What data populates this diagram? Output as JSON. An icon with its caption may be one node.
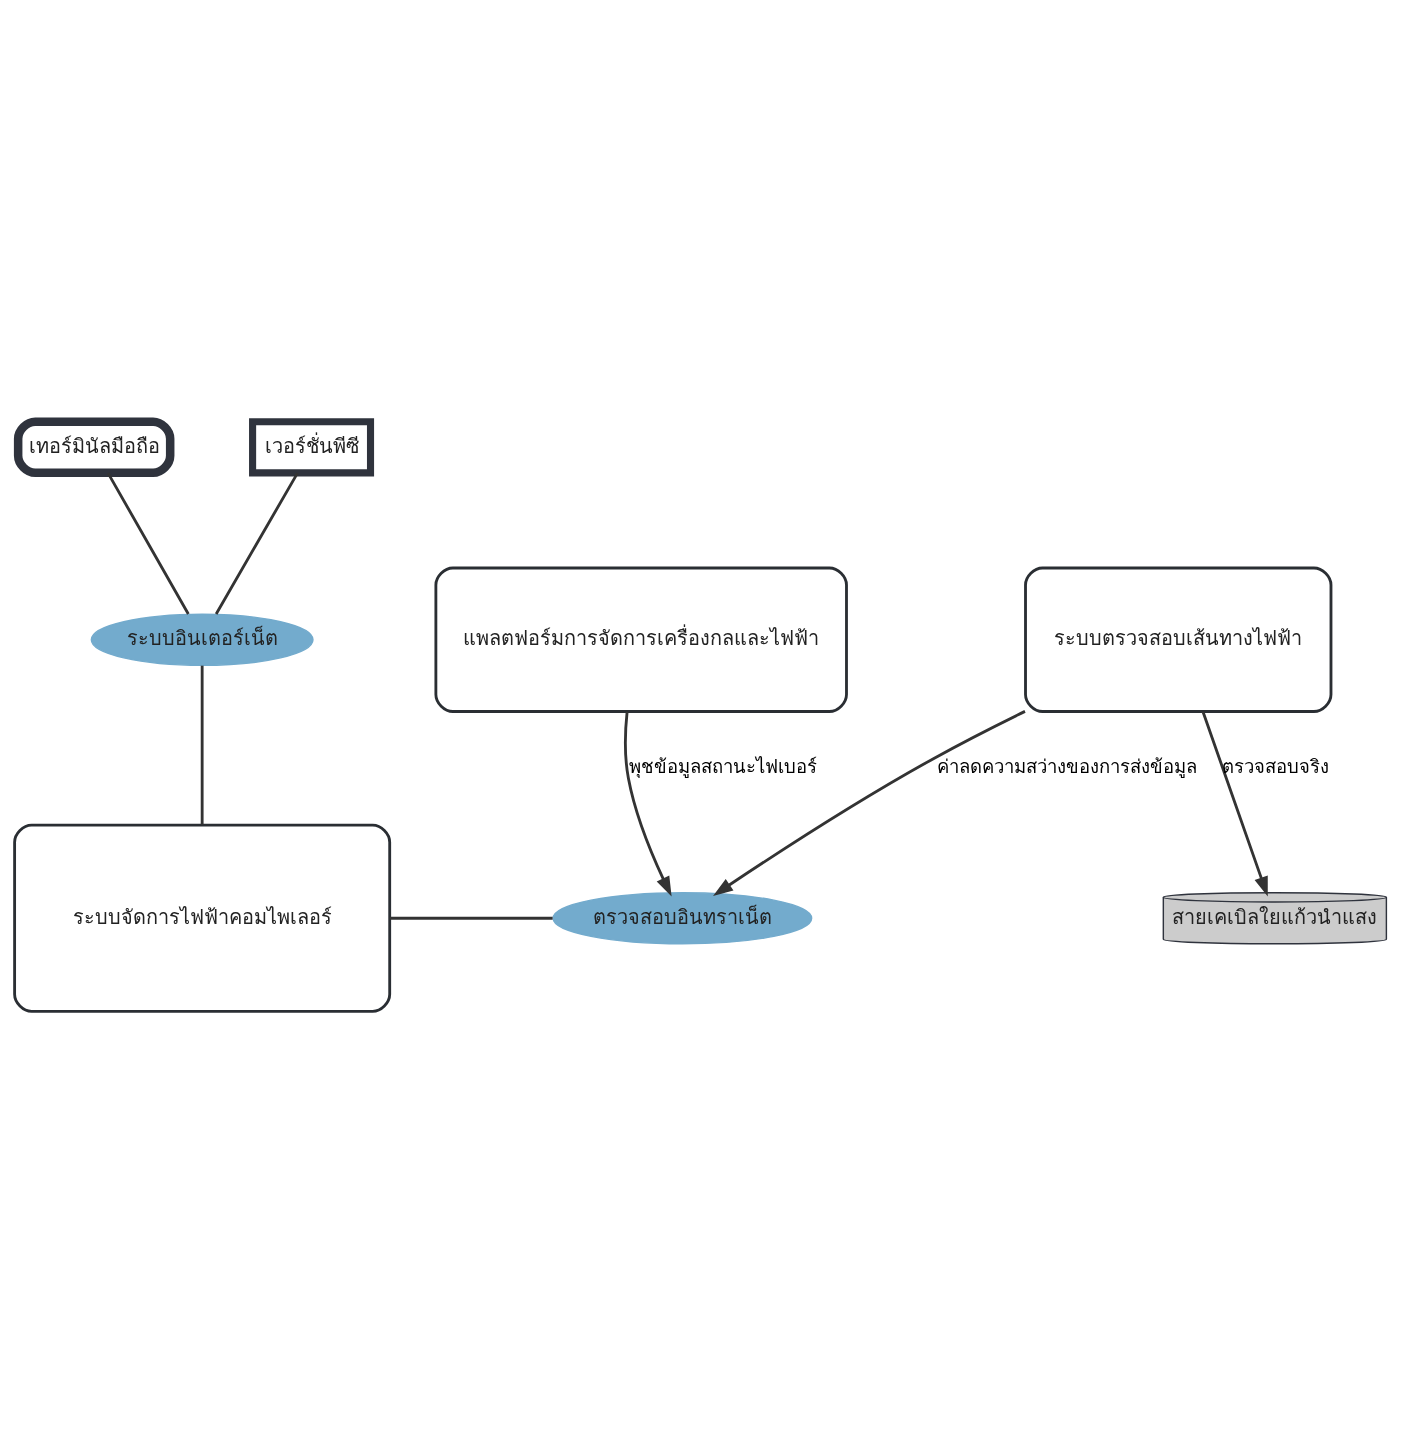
{
  "diagram": {
    "nodes": [
      {
        "text": [
          "เทอร์มินัลมือถือ"
        ]
      },
      {
        "text": [
          "เวอร์ชั่นพีซี"
        ]
      },
      {
        "text": [
          "ระบบอินเตอร์เน็ต"
        ]
      },
      {
        "text": [
          "ระบบจัดการไฟฟ้าคอมไพเลอร์"
        ]
      },
      {
        "text": [
          "ตรวจสอบอินทราเน็ต"
        ]
      },
      {
        "text": [
          "แพลตฟอร์มการจัดการเครื่องกลและไฟฟ้า"
        ]
      },
      {
        "text": [
          "ระบบตรวจสอบเส้นทางไฟฟ้า"
        ]
      },
      {
        "text": [
          "สายเคเบิลใยแก้วนำแสง"
        ]
      }
    ],
    "edges": [
      {
        "from": 0,
        "to": 2,
        "arrow": "none"
      },
      {
        "from": 1,
        "to": 2,
        "arrow": "none"
      },
      {
        "from": 2,
        "to": 3,
        "arrow": "none"
      },
      {
        "from": 3,
        "to": 4,
        "arrow": "none"
      },
      {
        "from": 5,
        "to": 4,
        "arrow": "to",
        "label": "พุชข้อมูลสถานะไฟเบอร์"
      },
      {
        "from": 6,
        "to": 4,
        "arrow": "to",
        "label": "ค่าลดความสว่างของการส่งข้อมูล"
      },
      {
        "from": 6,
        "to": 7,
        "arrow": "to",
        "label": "ตรวจสอบจริง"
      }
    ]
  }
}
